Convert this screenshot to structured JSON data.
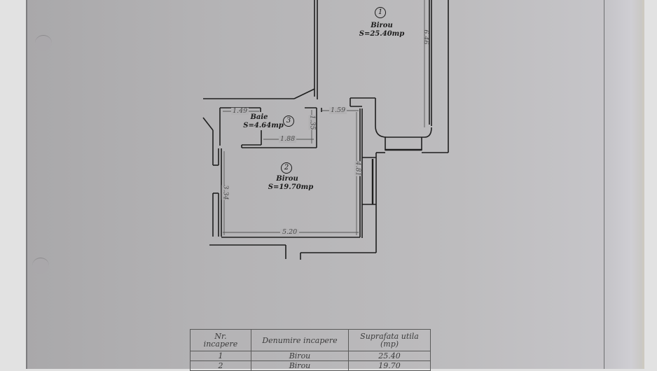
{
  "plan": {
    "rooms": [
      {
        "number": "1",
        "name": "Birou",
        "area": "S=25.40mp"
      },
      {
        "number": "2",
        "name": "Birou",
        "area": "S=19.70mp"
      },
      {
        "number": "3",
        "name": "Baie",
        "area": "S=4.64mp"
      }
    ],
    "dimensions": {
      "room1_height": "6.46",
      "baie_width_top": "1.49",
      "baie_width_bottom": "1.88",
      "baie_height": "1.35",
      "corridor_width": "1.59",
      "room2_right_height": "4.81",
      "room2_left_height": "3.34",
      "room2_width": "5.20"
    }
  },
  "legend_table": {
    "headers": [
      "Nr. incapere",
      "Denumire incapere",
      "Suprafata utila (mp)"
    ],
    "header_lines": {
      "col1": [
        "Nr.",
        "incapere"
      ],
      "col2": [
        "Denumire incapere"
      ],
      "col3": [
        "Suprafata utila",
        "(mp)"
      ]
    },
    "rows": [
      {
        "nr": "1",
        "name": "Birou",
        "area": "25.40"
      },
      {
        "nr": "2",
        "name": "Birou",
        "area": "19.70"
      }
    ]
  }
}
